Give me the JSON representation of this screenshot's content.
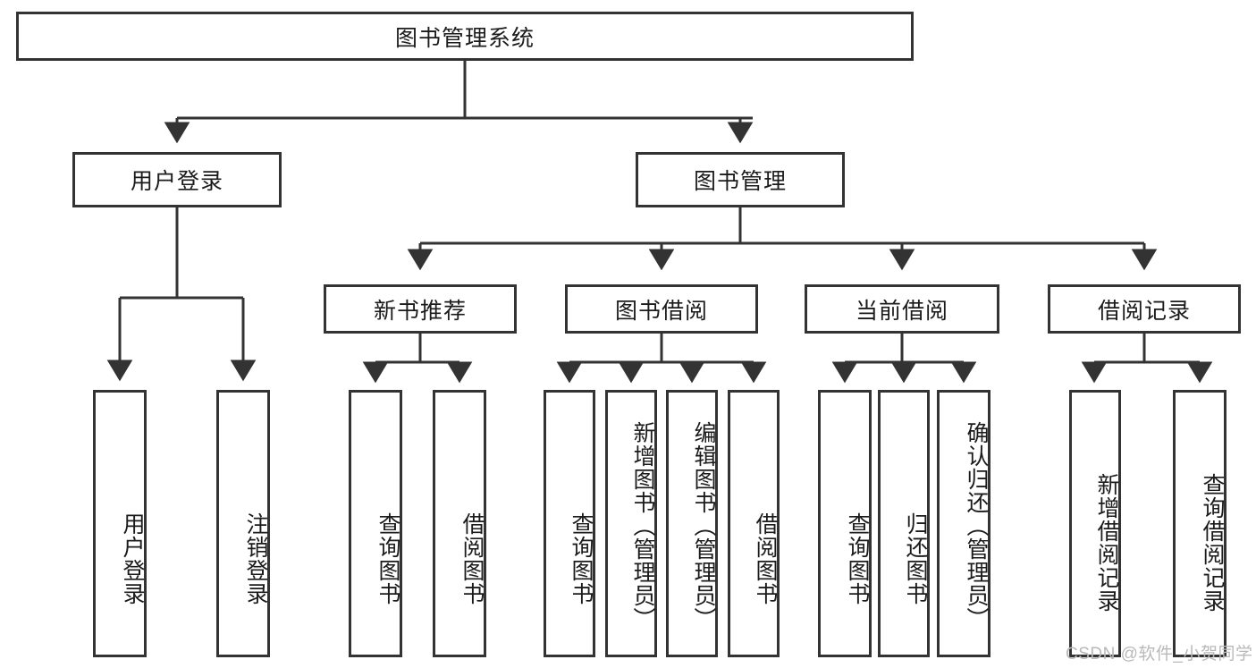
{
  "diagram": {
    "type": "tree",
    "title": "图书管理系统",
    "root": {
      "label": "图书管理系统"
    },
    "level2": [
      {
        "label": "用户登录"
      },
      {
        "label": "图书管理"
      }
    ],
    "level3": [
      {
        "label": "新书推荐"
      },
      {
        "label": "图书借阅"
      },
      {
        "label": "当前借阅"
      },
      {
        "label": "借阅记录"
      }
    ],
    "leaves": {
      "user_login": [
        {
          "label": "用户登录"
        },
        {
          "label": "注销登录"
        }
      ],
      "new_book_recommend": [
        {
          "label": "查询图书"
        },
        {
          "label": "借阅图书"
        }
      ],
      "book_borrow": [
        {
          "label": "查询图书"
        },
        {
          "label": "新增图书（管理员）"
        },
        {
          "label": "编辑图书（管理员）"
        },
        {
          "label": "借阅图书"
        }
      ],
      "current_borrow": [
        {
          "label": "查询图书"
        },
        {
          "label": "归还图书"
        },
        {
          "label": "确认归还（管理员）"
        }
      ],
      "borrow_record": [
        {
          "label": "新增借阅记录"
        },
        {
          "label": "查询借阅记录"
        }
      ]
    }
  },
  "watermark": {
    "text": "CSDN @软件_小贺同学"
  },
  "colors": {
    "border": "#333333",
    "background": "#ffffff",
    "text": "#1b1b1b",
    "watermark": "#b9b9b9"
  }
}
